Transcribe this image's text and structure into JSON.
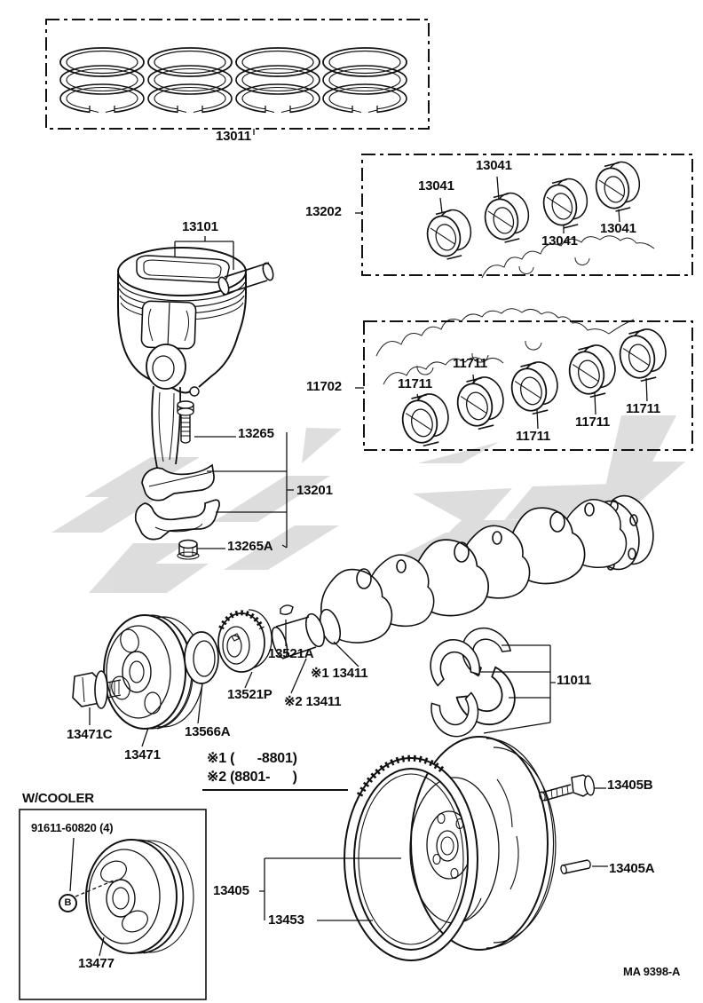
{
  "diagram": {
    "title_code": "MA 9398-A",
    "labels": {
      "ring_set": "13011",
      "rod_bearing_set": "13202",
      "rod_bearing": "13041",
      "piston": "13101",
      "main_bearing_set": "11702",
      "main_bearing": "11711",
      "rod_bolt": "13265",
      "connecting_rod": "13201",
      "rod_nut": "13265A",
      "crank_key": "13521A",
      "crankshaft_v1": "※1 13411",
      "crankshaft_v2": "※2 13411",
      "timing_gear": "13521P",
      "pulley_washer": "13566A",
      "pulley_bolt": "13471C",
      "crank_pulley": "13471",
      "thrust_washers": "11011",
      "flywheel_bolt": "13405B",
      "flywheel_pin": "13405A",
      "flywheel": "13405",
      "ring_gear": "13453"
    },
    "notes": {
      "applicability_1": "※1 (      -8801)",
      "applicability_2": "※2 (8801-      )"
    },
    "cooler": {
      "section_title": "W/COOLER",
      "bolt": "91611-60820 (4)",
      "bolt_mark": "B",
      "pulley": "13477"
    }
  }
}
